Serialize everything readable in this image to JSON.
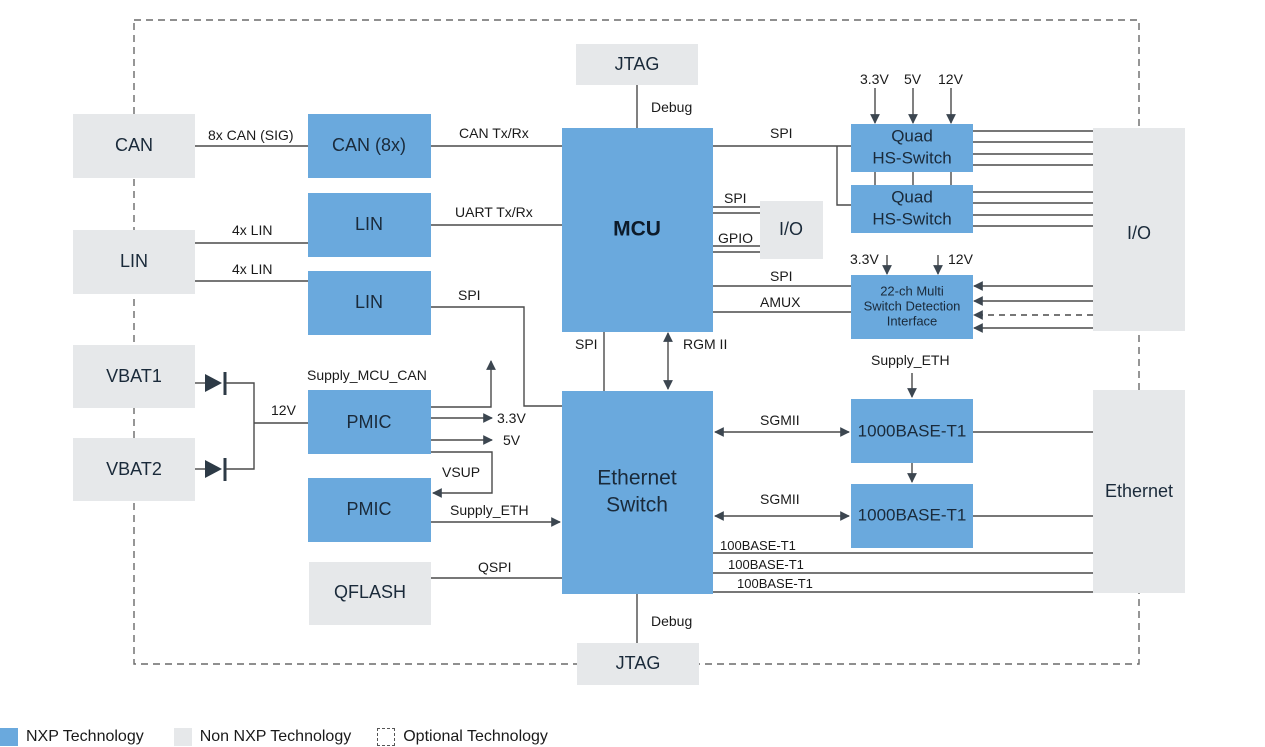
{
  "colors": {
    "nxp": "#6aa9dd",
    "non_nxp": "#e6e8ea",
    "wire": "#4a4a4a"
  },
  "blocks": {
    "can_ext": "CAN",
    "lin_ext": "LIN",
    "vbat1": "VBAT1",
    "vbat2": "VBAT2",
    "can8x": "CAN (8x)",
    "lin1": "LIN",
    "lin2": "LIN",
    "pmic1": "PMIC",
    "pmic2": "PMIC",
    "qflash": "QFLASH",
    "jtag_top": "JTAG",
    "jtag_bottom": "JTAG",
    "mcu": "MCU",
    "io_small": "I/O",
    "eth_switch_line1": "Ethernet",
    "eth_switch_line2": "Switch",
    "quad1_line1": "Quad",
    "quad1_line2": "HS-Switch",
    "quad2_line1": "Quad",
    "quad2_line2": "HS-Switch",
    "msdi_line1": "22-ch Multi",
    "msdi_line2": "Switch Detection",
    "msdi_line3": "Interface",
    "phy1": "1000BASE-T1",
    "phy2": "1000BASE-T1",
    "io_ext": "I/O",
    "ethernet_ext": "Ethernet"
  },
  "labels": {
    "can_sig": "8x CAN (SIG)",
    "lin4x_1": "4x LIN",
    "lin4x_2": "4x LIN",
    "can_txrx": "CAN Tx/Rx",
    "uart_txrx": "UART Tx/Rx",
    "lin_spi": "SPI",
    "debug_top": "Debug",
    "debug_bottom": "Debug",
    "mcu_spi_quad": "SPI",
    "mcu_spi_io": "SPI",
    "mcu_gpio_io": "GPIO",
    "mcu_spi_msdi": "SPI",
    "mcu_amux": "AMUX",
    "mcu_eth_spi": "SPI",
    "rgmii": "RGM II",
    "quad_33v": "3.3V",
    "quad_5v": "5V",
    "quad_12v": "12V",
    "msdi_33v": "3.3V",
    "msdi_12v": "12V",
    "supply_eth_phy": "Supply_ETH",
    "sgmii1": "SGMII",
    "sgmii2": "SGMII",
    "t1_100_a": "100BASE-T1",
    "t1_100_b": "100BASE-T1",
    "t1_100_c": "100BASE-T1",
    "vbat_12v": "12V",
    "supply_mcu_can": "Supply_MCU_CAN",
    "pmic_33v": "3.3V",
    "pmic_5v": "5V",
    "vsup": "VSUP",
    "supply_eth_pmic": "Supply_ETH",
    "qspi": "QSPI"
  },
  "legend": [
    {
      "label": "NXP Technology",
      "swatch": "nxp"
    },
    {
      "label": "Non NXP Technology",
      "swatch": "non_nxp"
    },
    {
      "label": "Optional Technology",
      "swatch": "optional"
    }
  ]
}
